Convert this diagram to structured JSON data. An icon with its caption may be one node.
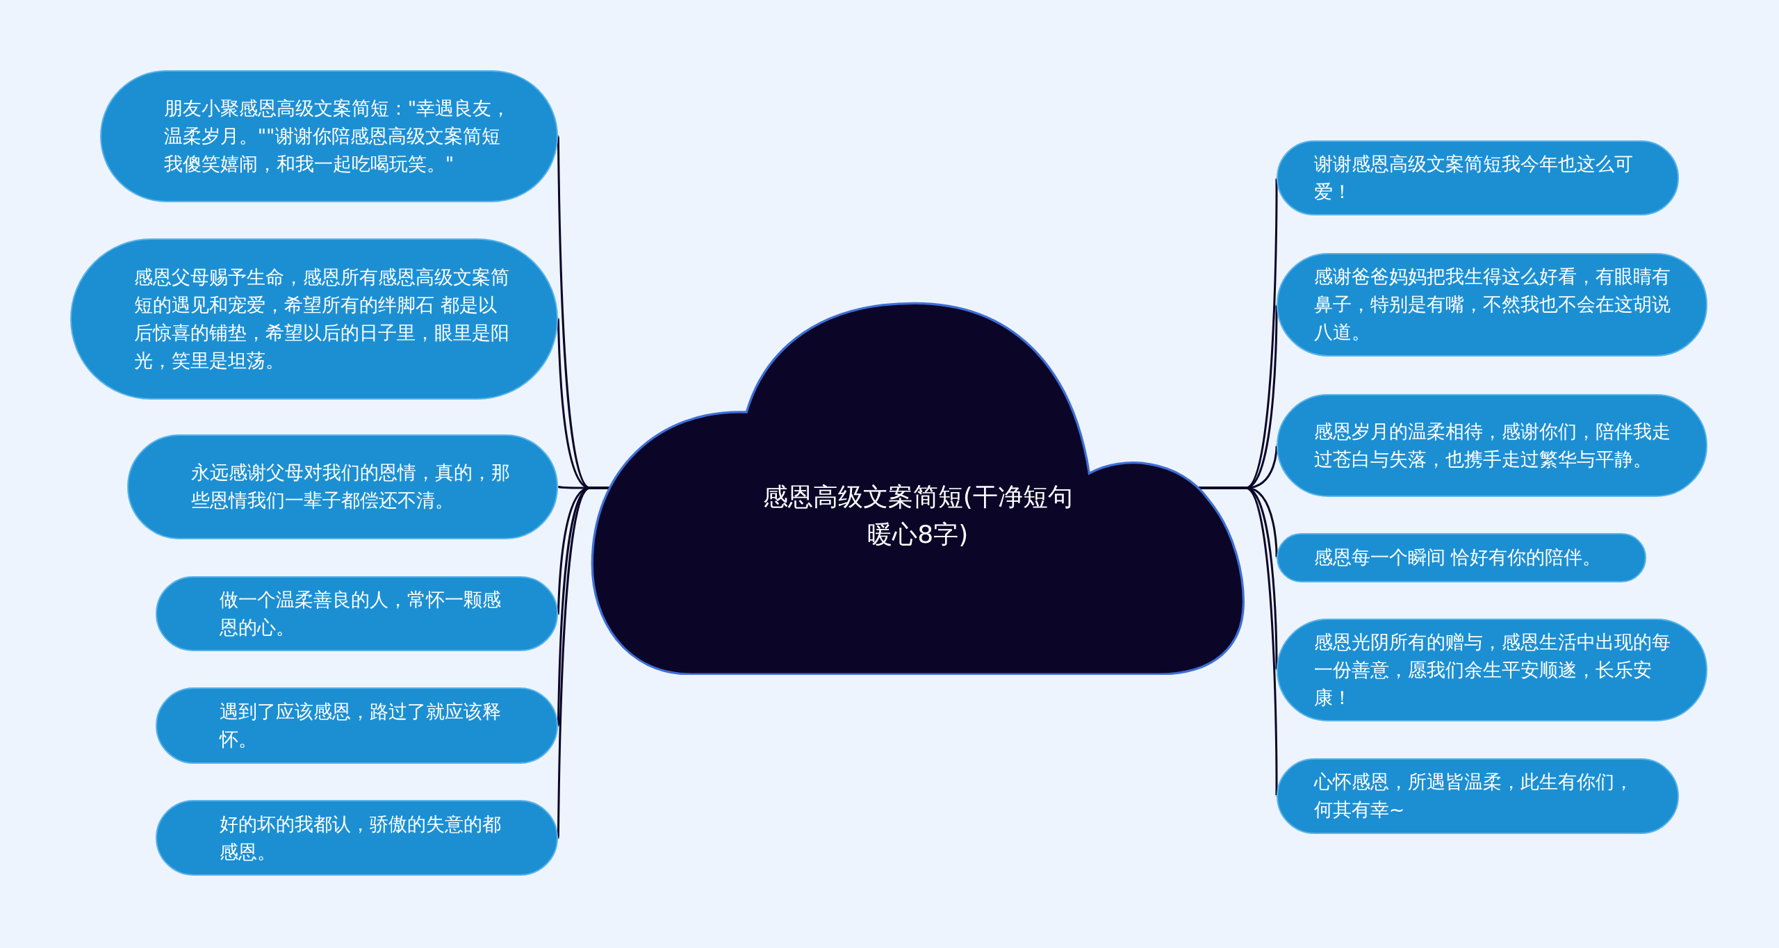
{
  "diagram": {
    "nodes": [
      {
        "text": [
          "感恩高级文案简短(干净短句暖心8字)"
        ]
      },
      {
        "text": [
          "朋友小聚感恩高级文案简短：\"幸遇良友，温柔岁月。\"\"谢谢你陪感恩高级文案简短我傻笑嬉闹，和我一起吃喝玩笑。\""
        ]
      },
      {
        "text": [
          "感恩父母赐予生命，感恩所有感恩高级文案简短的遇见和宠爱，希望所有的绊脚石 都是以后惊喜的铺垫，希望以后的日子里，眼里是阳光，笑里是坦荡。"
        ]
      },
      {
        "text": [
          "永远感谢父母对我们的恩情，真的，那些恩情我们一辈子都偿还不清。"
        ]
      },
      {
        "text": [
          "做一个温柔善良的人，常怀一颗感恩的心。"
        ]
      },
      {
        "text": [
          "遇到了应该感恩，路过了就应该释怀。"
        ]
      },
      {
        "text": [
          "好的坏的我都认，骄傲的失意的都感恩。"
        ]
      },
      {
        "text": [
          "谢谢感恩高级文案简短我今年也这么可爱！"
        ]
      },
      {
        "text": [
          "感谢爸爸妈妈把我生得这么好看，有眼睛有鼻子，特别是有嘴，不然我也不会在这胡说八道。"
        ]
      },
      {
        "text": [
          "感恩岁月的温柔相待，感谢你们，陪伴我走过苍白与失落，也携手走过繁华与平静。"
        ]
      },
      {
        "text": [
          "感恩每一个瞬间 恰好有你的陪伴。"
        ]
      },
      {
        "text": [
          "感恩光阴所有的赠与，感恩生活中出现的每一份善意，愿我们余生平安顺遂，长乐安康！"
        ]
      },
      {
        "text": [
          "心怀感恩，所遇皆温柔，此生有你们，何其有幸~"
        ]
      }
    ],
    "edges": [
      {
        "from": 0,
        "to": 1,
        "arrow": "none"
      },
      {
        "from": 0,
        "to": 2,
        "arrow": "none"
      },
      {
        "from": 0,
        "to": 3,
        "arrow": "none"
      },
      {
        "from": 0,
        "to": 4,
        "arrow": "none"
      },
      {
        "from": 0,
        "to": 5,
        "arrow": "none"
      },
      {
        "from": 0,
        "to": 6,
        "arrow": "none"
      },
      {
        "from": 0,
        "to": 7,
        "arrow": "none"
      },
      {
        "from": 0,
        "to": 8,
        "arrow": "none"
      },
      {
        "from": 0,
        "to": 9,
        "arrow": "none"
      },
      {
        "from": 0,
        "to": 10,
        "arrow": "none"
      },
      {
        "from": 0,
        "to": 11,
        "arrow": "none"
      },
      {
        "from": 0,
        "to": 12,
        "arrow": "none"
      }
    ]
  }
}
